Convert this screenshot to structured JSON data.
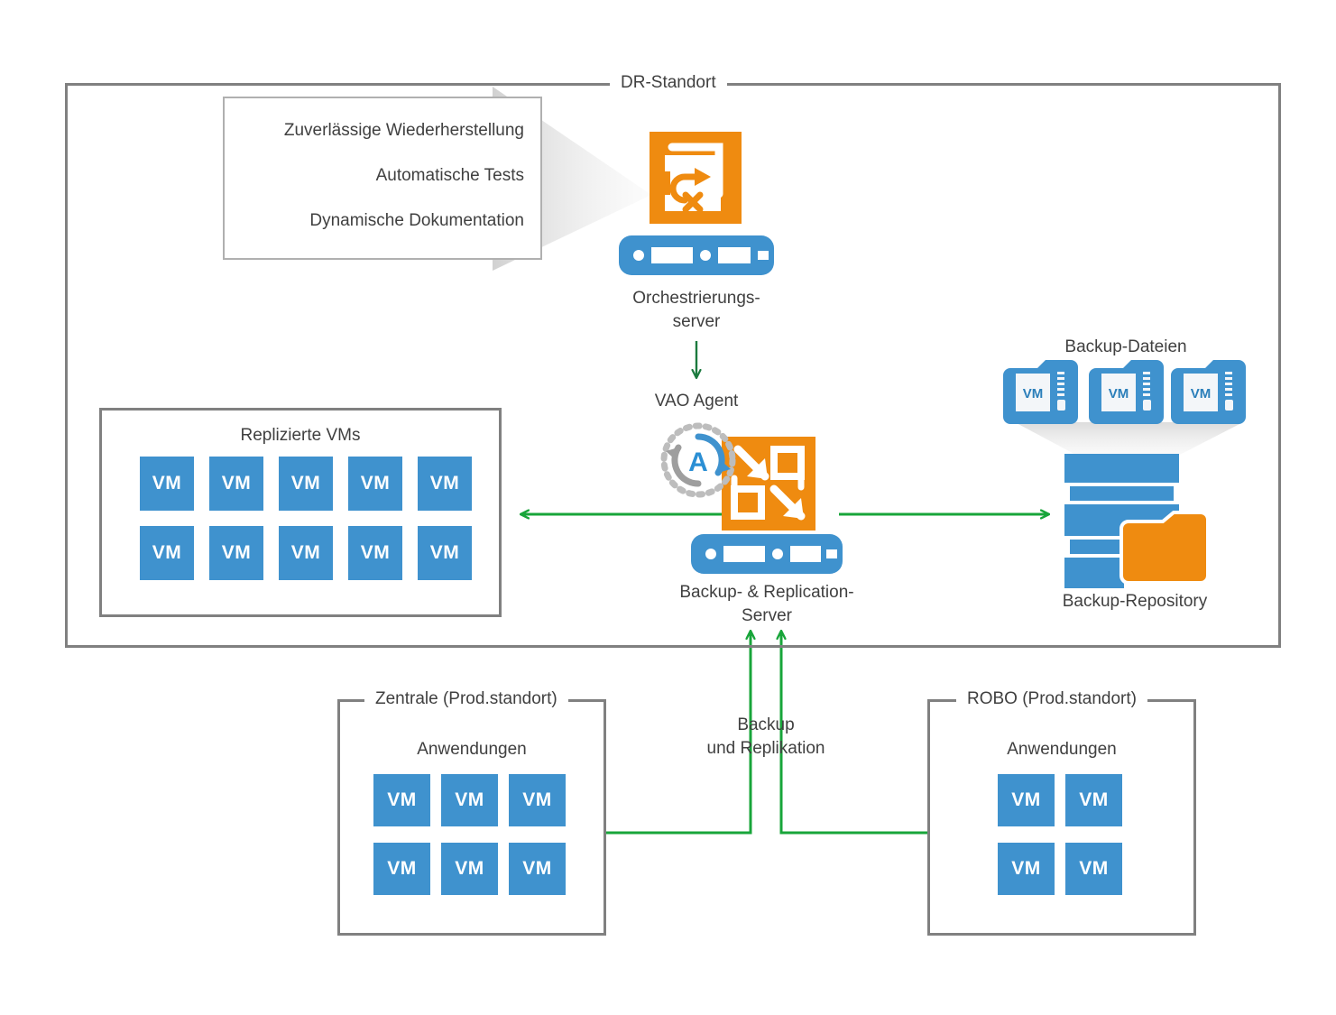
{
  "diagram": {
    "type": "architecture-diagram",
    "colors": {
      "vm_blue": "#3f92ce",
      "accent_orange": "#ef8b10",
      "arrow_green": "#18a53a",
      "frame_gray": "#808080",
      "text_gray": "#404040",
      "callout_border": "#b0b0b0"
    }
  },
  "dr_site": {
    "title": "DR-Standort",
    "callout": {
      "lines": [
        "Zuverlässige Wiederherstellung",
        "Automatische Tests",
        "Dynamische Dokumentation"
      ]
    },
    "orchestration": {
      "icon": "orchestration-plan-icon",
      "server_icon": "server-icon",
      "label_line1": "Orchestrierungs-",
      "label_line2": "server"
    },
    "vao_agent": {
      "label": "VAO Agent",
      "badge_letter": "A",
      "badge_icon": "automation-agent-badge-icon"
    },
    "backup_server": {
      "icon": "backup-replication-icon",
      "server_icon": "server-icon",
      "label_line1": "Backup- & Replication-",
      "label_line2": "Server"
    },
    "replicated_vms": {
      "title": "Replizierte VMs",
      "vm_label": "VM",
      "rows": [
        [
          "VM",
          "VM",
          "VM",
          "VM",
          "VM"
        ],
        [
          "VM",
          "VM",
          "VM",
          "VM",
          "VM"
        ]
      ],
      "count": 10
    },
    "backup_files": {
      "title": "Backup-Dateien",
      "folders": [
        "VM",
        "VM",
        "VM"
      ],
      "count": 3
    },
    "repository": {
      "title": "Backup-Repository",
      "icon": "disk-stack-icon",
      "folder_icon": "orange-folder-icon"
    }
  },
  "hq_site": {
    "title": "Zentrale (Prod.standort)",
    "apps_title": "Anwendungen",
    "rows": [
      [
        "VM",
        "VM",
        "VM"
      ],
      [
        "VM",
        "VM",
        "VM"
      ]
    ],
    "count": 6
  },
  "robo_site": {
    "title": "ROBO (Prod.standort)",
    "apps_title": "Anwendungen",
    "rows": [
      [
        "VM",
        "VM"
      ],
      [
        "VM",
        "VM"
      ]
    ],
    "count": 4
  },
  "flow": {
    "center_label_line1": "Backup",
    "center_label_line2": "und Replikation",
    "arrow_to_replicas": "replication-arrow-left",
    "arrow_to_repository": "backup-arrow-right",
    "arrow_orchestrator_to_agent": "orchestrator-to-agent-arrow"
  }
}
